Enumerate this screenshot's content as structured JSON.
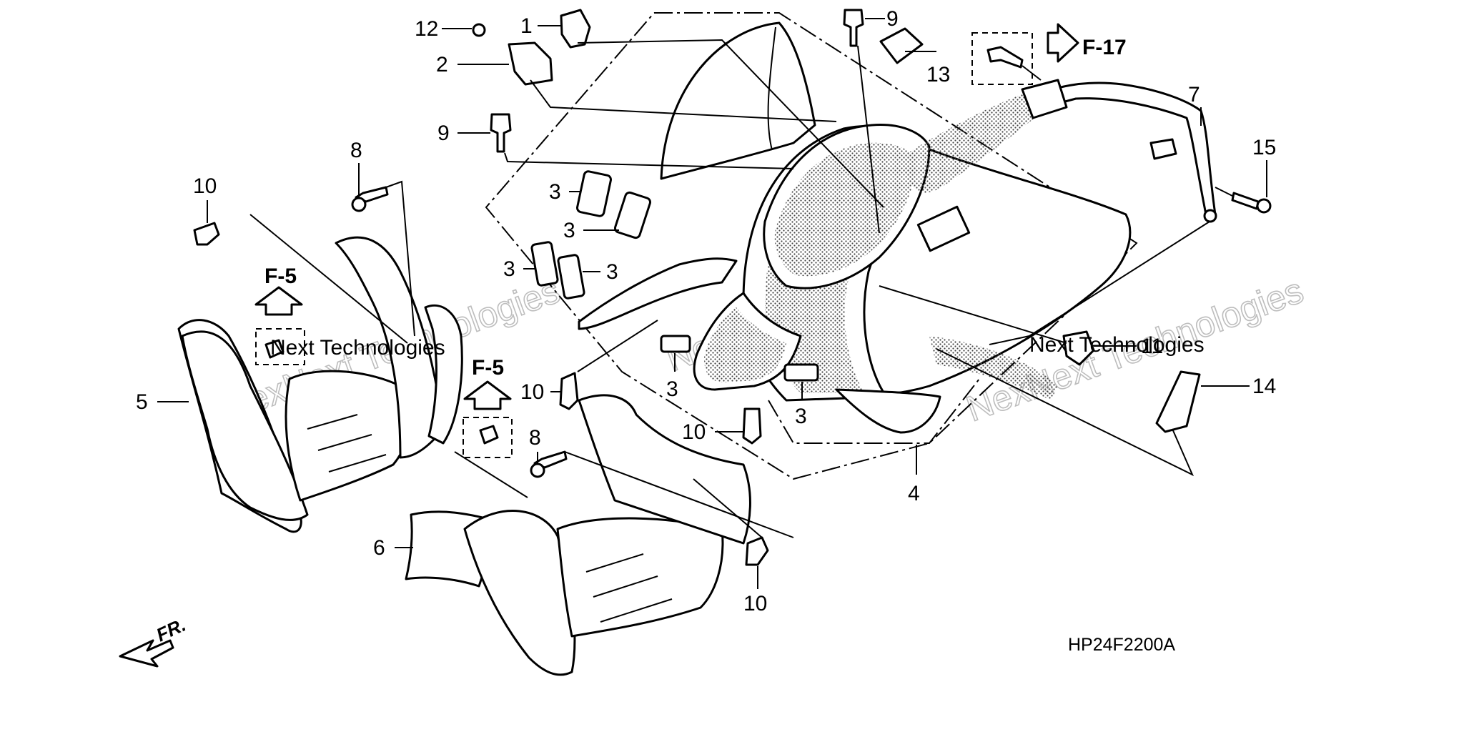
{
  "diagram": {
    "code": "HP24F2200A",
    "front_label": "FR.",
    "references": [
      "F-17",
      "F-5",
      "F-5"
    ],
    "watermarks": [
      "NexNext Technologies",
      "NexNext Technologies",
      "NexNext Technologies"
    ],
    "watermark_overlay": [
      "Next Technologies",
      "Next Technologies"
    ],
    "callouts": [
      "1",
      "2",
      "3",
      "3",
      "3",
      "3",
      "3",
      "3",
      "4",
      "5",
      "6",
      "7",
      "8",
      "8",
      "9",
      "9",
      "10",
      "10",
      "10",
      "10",
      "11",
      "12",
      "13",
      "14",
      "15"
    ]
  }
}
